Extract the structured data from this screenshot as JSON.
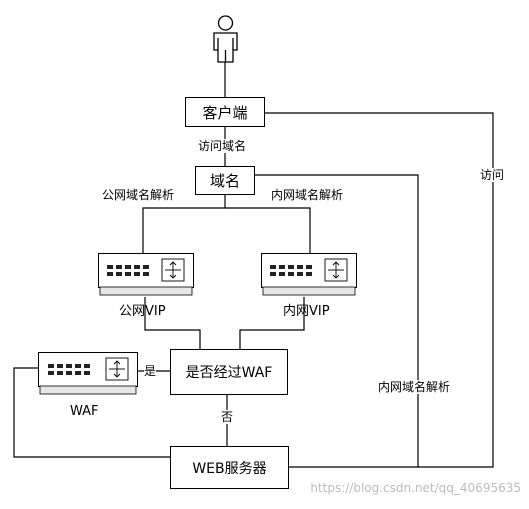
{
  "nodes": {
    "client": "客户端",
    "domain": "域名",
    "public_vip": "公网VIP",
    "internal_vip": "内网VIP",
    "waf_check": "是否经过WAF",
    "waf": "WAF",
    "web_server": "WEB服务器"
  },
  "edges": {
    "client_to_domain": "访问域名",
    "public_resolve": "公网域名解析",
    "internal_resolve": "内网域名解析",
    "access": "访问",
    "internal_resolve_2": "内网域名解析",
    "yes": "是",
    "no": "否"
  },
  "icons": {
    "user": "user-icon",
    "device": "network-appliance-icon"
  },
  "watermark": "https://blog.csdn.net/qq_40695635"
}
